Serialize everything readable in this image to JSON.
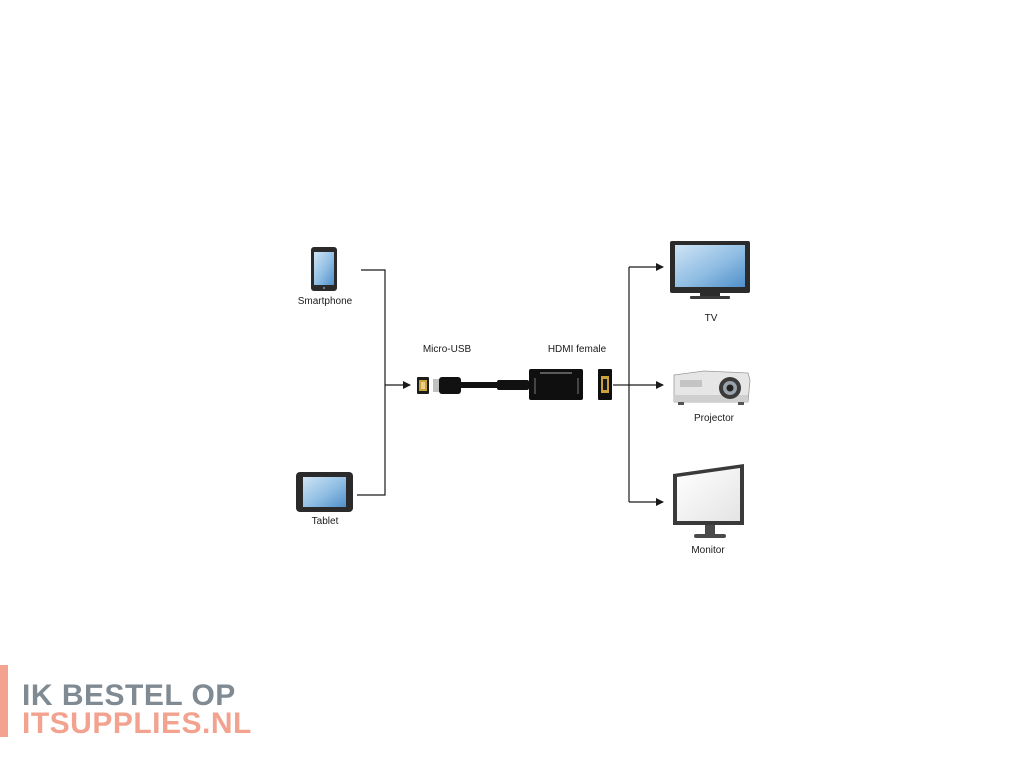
{
  "diagram": {
    "sources": [
      {
        "id": "smartphone",
        "label": "Smartphone"
      },
      {
        "id": "tablet",
        "label": "Tablet"
      }
    ],
    "adapter": {
      "input_label": "Micro-USB",
      "output_label": "HDMI female"
    },
    "outputs": [
      {
        "id": "tv",
        "label": "TV"
      },
      {
        "id": "projector",
        "label": "Projector"
      },
      {
        "id": "monitor",
        "label": "Monitor"
      }
    ],
    "edges": [
      {
        "from": "smartphone",
        "to": "adapter"
      },
      {
        "from": "tablet",
        "to": "adapter"
      },
      {
        "from": "adapter",
        "to": "tv"
      },
      {
        "from": "adapter",
        "to": "projector"
      },
      {
        "from": "adapter",
        "to": "monitor"
      }
    ]
  },
  "branding": {
    "line1": "IK BESTEL OP",
    "line2": "ITSUPPLIES.NL",
    "colors": {
      "accent": "#f2a28e",
      "grey": "#7f8a92"
    }
  }
}
